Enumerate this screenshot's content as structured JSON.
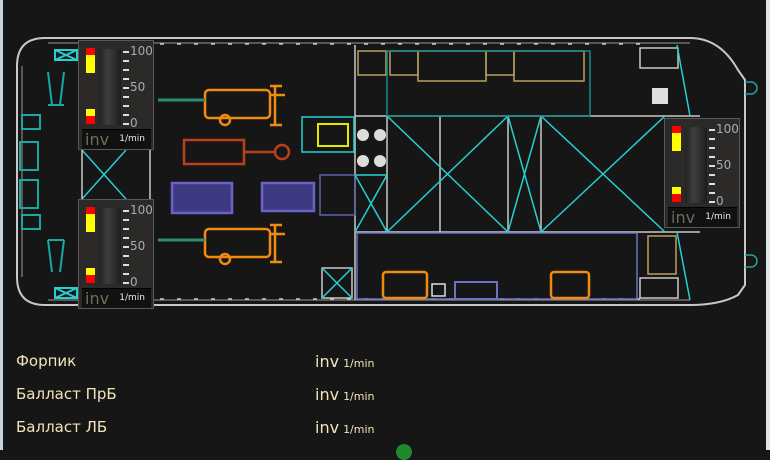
{
  "gauges": [
    {
      "id": "pump-1",
      "value_text": "inv",
      "unit": "1/min",
      "scale": [
        "100",
        "50",
        "0"
      ]
    },
    {
      "id": "pump-2",
      "value_text": "inv",
      "unit": "1/min",
      "scale": [
        "100",
        "50",
        "0"
      ]
    },
    {
      "id": "pump-3",
      "value_text": "inv",
      "unit": "1/min",
      "scale": [
        "100",
        "50",
        "0"
      ]
    }
  ],
  "rows": [
    {
      "label": "Форпик",
      "value": "inv",
      "unit": "1/min"
    },
    {
      "label": "Балласт ПрБ",
      "value": "inv",
      "unit": "1/min"
    },
    {
      "label": "Балласт ЛБ",
      "value": "inv",
      "unit": "1/min"
    }
  ],
  "colors": {
    "background": "#161616",
    "hull": "#c8c8c8",
    "tank": "#26d0d0",
    "engine": "#f08a10",
    "generator": "#6a62c8",
    "pump": "#b8401a",
    "alarm_high": "#ff0000",
    "warn": "#ffff00"
  }
}
